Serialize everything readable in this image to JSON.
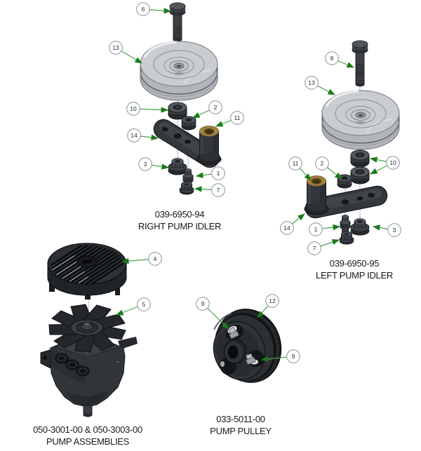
{
  "diagram": {
    "background": "#ffffff",
    "style": {
      "arrow_color": "#4aa44a",
      "arrowhead_color": "#1b7a1b",
      "callout_border": "#8b9094",
      "callout_text_color": "#26292c",
      "label_color": "#1a1a1a",
      "centerline_color": "#b4b6e6",
      "brass_color": "#b5904b",
      "dark_metal_color": "#34383c",
      "light_metal_color": "#c9cdd1"
    }
  },
  "assemblies": {
    "right_idler": {
      "part_number": "039-6950-94",
      "name": "RIGHT PUMP IDLER",
      "callouts": [
        "6",
        "13",
        "10",
        "2",
        "11",
        "14",
        "3",
        "1",
        "7"
      ]
    },
    "left_idler": {
      "part_number": "039-6950-95",
      "name": "LEFT PUMP IDLER",
      "callouts": [
        "8",
        "13",
        "11",
        "2",
        "10",
        "14",
        "1",
        "3",
        "7"
      ]
    },
    "pump_assemblies": {
      "part_number": "050-3001-00 & 050-3003-00",
      "name": "PUMP ASSEMBLIES",
      "callouts": [
        "4",
        "5"
      ]
    },
    "pump_pulley": {
      "part_number": "033-5011-00",
      "name": "PUMP PULLEY",
      "callouts": [
        "9",
        "12",
        "9"
      ]
    }
  }
}
